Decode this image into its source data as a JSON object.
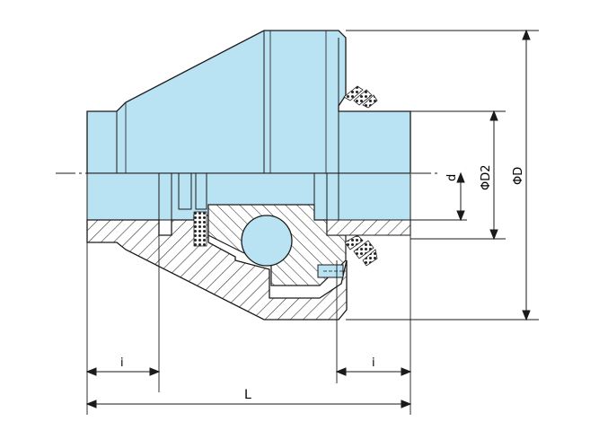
{
  "labels": {
    "i_left": "i",
    "i_right": "i",
    "L": "L",
    "d": "d",
    "D2": "ΦD2",
    "D": "ΦD"
  },
  "colors": {
    "body_fill": "#b9e3f3",
    "line": "#1a1a1a",
    "section_fill": "#cfcfcf"
  }
}
